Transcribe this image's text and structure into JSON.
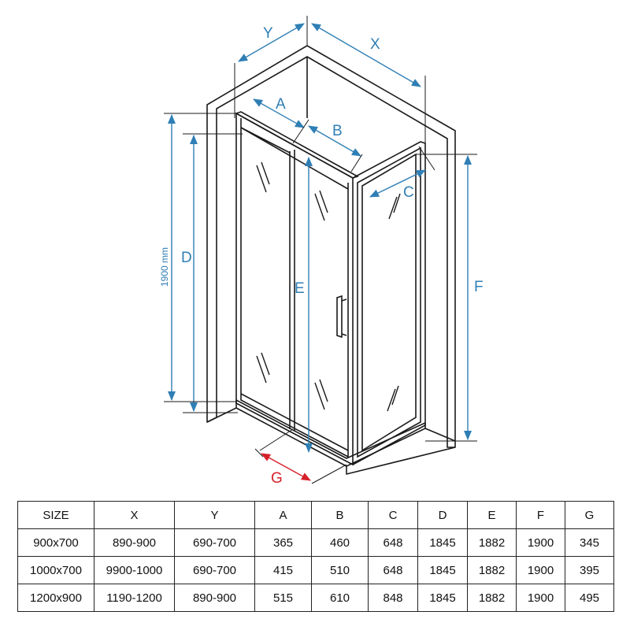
{
  "diagram": {
    "labels": {
      "y": "Y",
      "x": "X",
      "a": "A",
      "b": "B",
      "c": "C",
      "d": "D",
      "e": "E",
      "f": "F",
      "g": "G",
      "height": "1900 mm"
    },
    "colors": {
      "dimension": "#2f7fb5",
      "highlight": "#d6202a",
      "outline": "#1a1a1a"
    }
  },
  "table": {
    "headers": [
      "SIZE",
      "X",
      "Y",
      "A",
      "B",
      "C",
      "D",
      "E",
      "F",
      "G"
    ],
    "rows": [
      [
        "900x700",
        "890-900",
        "690-700",
        "365",
        "460",
        "648",
        "1845",
        "1882",
        "1900",
        "345"
      ],
      [
        "1000x700",
        "9900-1000",
        "690-700",
        "415",
        "510",
        "648",
        "1845",
        "1882",
        "1900",
        "395"
      ],
      [
        "1200x900",
        "1190-1200",
        "890-900",
        "515",
        "610",
        "848",
        "1845",
        "1882",
        "1900",
        "495"
      ]
    ]
  }
}
